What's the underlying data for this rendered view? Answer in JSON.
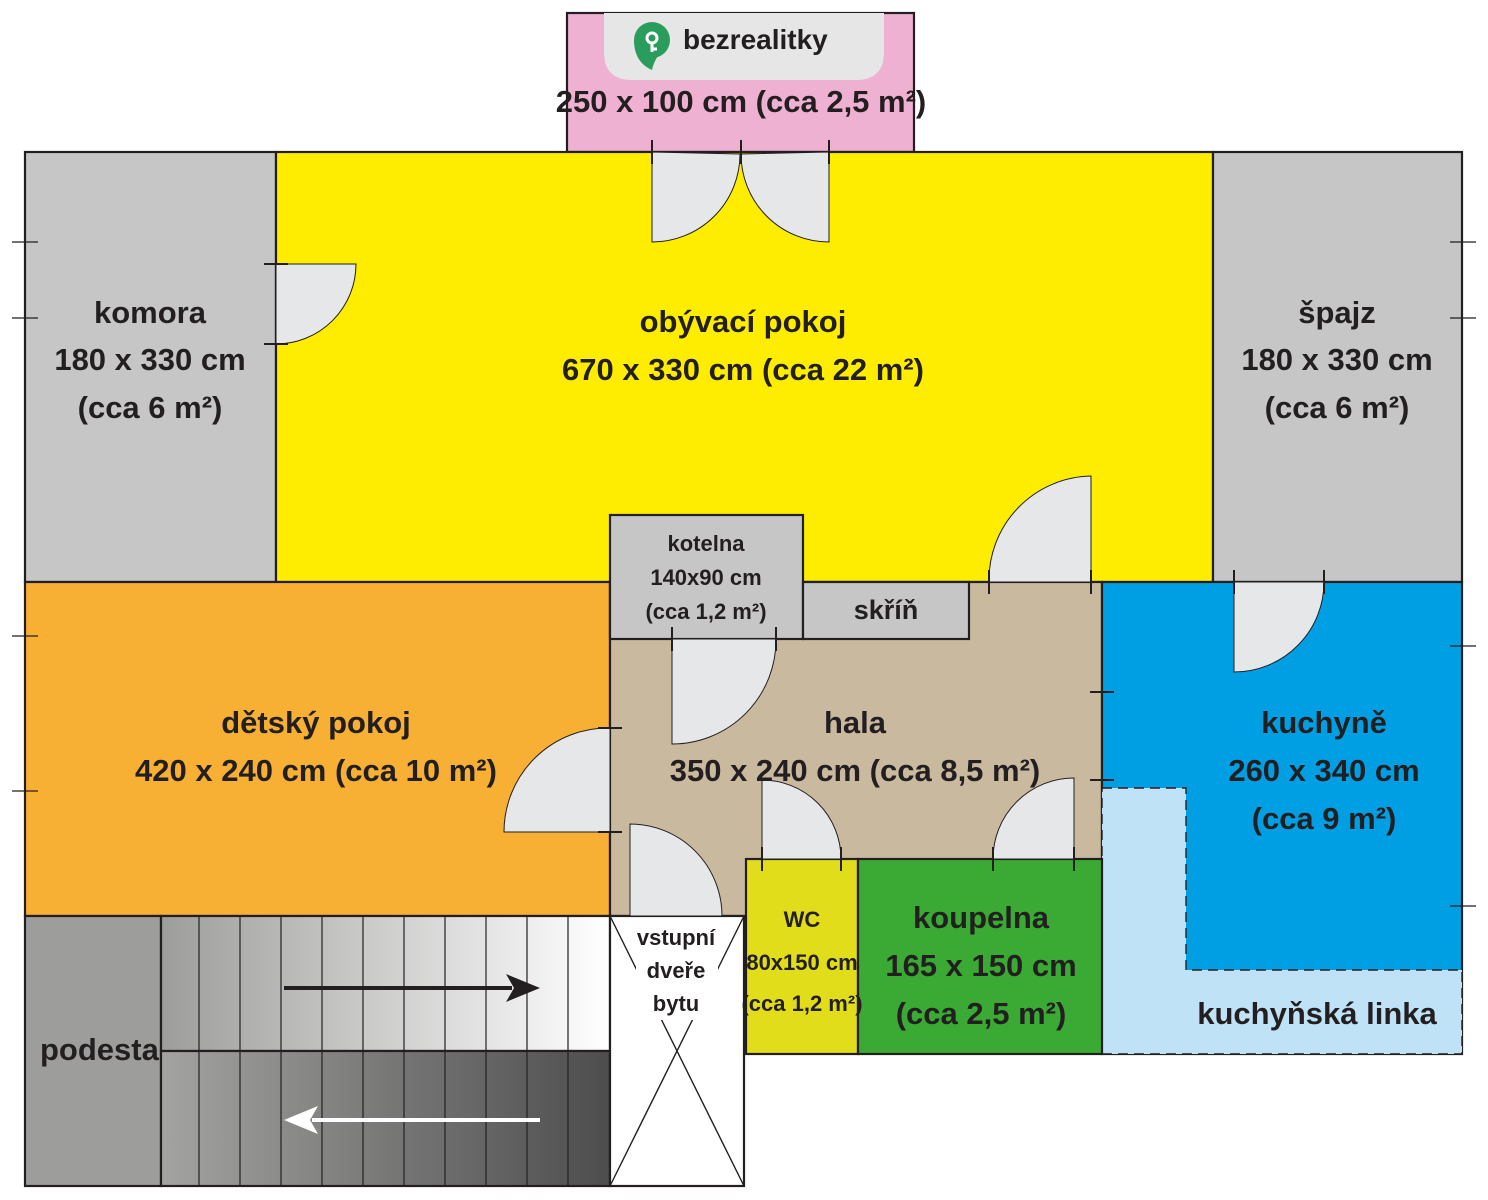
{
  "brand": {
    "name": "bezrealitky",
    "color": "#2a9d5c"
  },
  "colors": {
    "balcony": "#efb1d2",
    "living": "#ffed00",
    "storage": "#c6c6c6",
    "child": "#f7b034",
    "hall": "#c9b99e",
    "kitchen": "#009fe3",
    "kitchen_counter": "#bfe2f6",
    "wc": "#e2dd1a",
    "bathroom": "#3aaa35",
    "landing": "#9d9d9c",
    "boiler": "#c6c6c6"
  },
  "rooms": {
    "balcony": {
      "line1": "250 x 100 cm (cca 2,5 m²)"
    },
    "komora": {
      "name": "komora",
      "size": "180 x 330 cm",
      "area": "(cca 6 m²)"
    },
    "obyvaci": {
      "name": "obývací pokoj",
      "size": "670 x 330 cm (cca 22 m²)"
    },
    "spajz": {
      "name": "špajz",
      "size": "180 x 330 cm",
      "area": "(cca 6 m²)"
    },
    "kotelna": {
      "name": "kotelna",
      "size": "140x90 cm",
      "area": "(cca 1,2 m²)"
    },
    "skrin": {
      "name": "skříň"
    },
    "detsky": {
      "name": "dětský pokoj",
      "size": "420 x 240 cm (cca 10 m²)"
    },
    "hala": {
      "name": "hala",
      "size": "350 x 240 cm (cca 8,5 m²)"
    },
    "kuchyne": {
      "name": "kuchyně",
      "size": "260 x 340 cm",
      "area": "(cca 9 m²)"
    },
    "wc": {
      "name": "WC",
      "size": "80x150 cm",
      "area": "(cca 1,2 m²)"
    },
    "koupelna": {
      "name": "koupelna",
      "size": "165 x 150 cm",
      "area": "(cca 2,5 m²)"
    },
    "linka": {
      "name": "kuchyňská linka"
    },
    "vstup": {
      "line1": "vstupní",
      "line2": "dveře",
      "line3": "bytu"
    },
    "podesta": {
      "name": "podesta"
    }
  }
}
